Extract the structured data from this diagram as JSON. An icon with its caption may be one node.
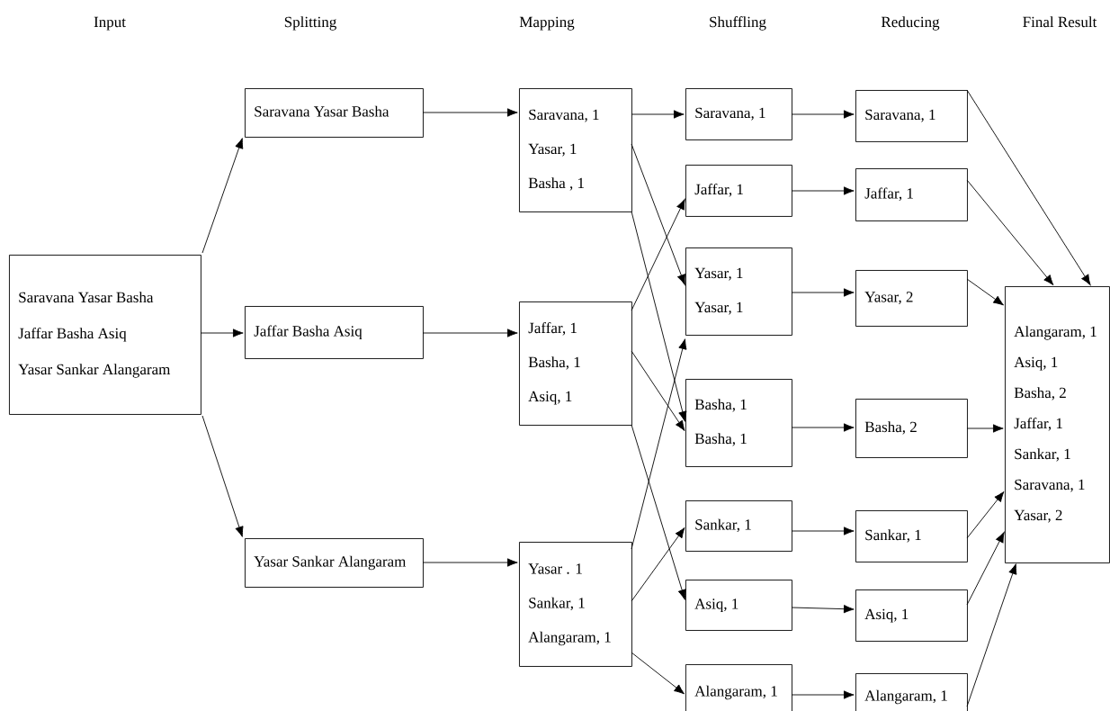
{
  "diagram": {
    "nodes": [
      {
        "text": [
          "Saravana Yasar Basha",
          "Jaffar Basha Asiq",
          "Yasar Sankar Alangaram"
        ]
      },
      {
        "text": [
          "Saravana Yasar Basha"
        ]
      },
      {
        "text": [
          "Jaffar Basha Asiq"
        ]
      },
      {
        "text": [
          "Yasar Sankar Alangaram"
        ]
      },
      {
        "text": [
          "Saravana, 1",
          "Yasar, 1",
          "Basha , 1"
        ]
      },
      {
        "text": [
          "Jaffar, 1",
          "Basha, 1",
          "Asiq, 1"
        ]
      },
      {
        "text": [
          "Yasar . 1",
          "Sankar, 1",
          "Alangaram, 1"
        ]
      },
      {
        "text": [
          "Saravana, 1"
        ]
      },
      {
        "text": [
          "Jaffar, 1"
        ]
      },
      {
        "text": [
          "Yasar, 1",
          "Yasar, 1"
        ]
      },
      {
        "text": [
          "Basha, 1",
          "Basha, 1"
        ]
      },
      {
        "text": [
          "Sankar, 1"
        ]
      },
      {
        "text": [
          "Asiq, 1"
        ]
      },
      {
        "text": [
          "Alangaram, 1"
        ]
      },
      {
        "text": [
          "Saravana, 1"
        ]
      },
      {
        "text": [
          "Jaffar, 1"
        ]
      },
      {
        "text": [
          "Yasar, 2"
        ]
      },
      {
        "text": [
          "Basha, 2"
        ]
      },
      {
        "text": [
          "Sankar, 1"
        ]
      },
      {
        "text": [
          "Asiq, 1"
        ]
      },
      {
        "text": [
          "Alangaram, 1"
        ]
      },
      {
        "text": [
          "Alangaram, 1",
          "Asiq, 1",
          "Basha, 2",
          "Jaffar, 1",
          "Sankar, 1",
          "Saravana, 1",
          "Yasar, 2"
        ]
      }
    ],
    "edges": [
      {
        "from": 0,
        "to": 1,
        "arrow": "to"
      },
      {
        "from": 0,
        "to": 2,
        "arrow": "to"
      },
      {
        "from": 0,
        "to": 3,
        "arrow": "to"
      },
      {
        "from": 1,
        "to": 4,
        "arrow": "to"
      },
      {
        "from": 2,
        "to": 5,
        "arrow": "to"
      },
      {
        "from": 3,
        "to": 6,
        "arrow": "to"
      },
      {
        "from": 4,
        "to": 7,
        "arrow": "to"
      },
      {
        "from": 4,
        "to": 9,
        "arrow": "to"
      },
      {
        "from": 4,
        "to": 10,
        "arrow": "to"
      },
      {
        "from": 5,
        "to": 8,
        "arrow": "to"
      },
      {
        "from": 5,
        "to": 10,
        "arrow": "to"
      },
      {
        "from": 5,
        "to": 12,
        "arrow": "to"
      },
      {
        "from": 6,
        "to": 9,
        "arrow": "to"
      },
      {
        "from": 6,
        "to": 11,
        "arrow": "to"
      },
      {
        "from": 6,
        "to": 13,
        "arrow": "to"
      },
      {
        "from": 7,
        "to": 14,
        "arrow": "to"
      },
      {
        "from": 8,
        "to": 15,
        "arrow": "to"
      },
      {
        "from": 9,
        "to": 16,
        "arrow": "to"
      },
      {
        "from": 10,
        "to": 17,
        "arrow": "to"
      },
      {
        "from": 11,
        "to": 18,
        "arrow": "to"
      },
      {
        "from": 12,
        "to": 19,
        "arrow": "to"
      },
      {
        "from": 13,
        "to": 20,
        "arrow": "to"
      },
      {
        "from": 14,
        "to": 21,
        "arrow": "to"
      },
      {
        "from": 15,
        "to": 21,
        "arrow": "to"
      },
      {
        "from": 16,
        "to": 21,
        "arrow": "to"
      },
      {
        "from": 17,
        "to": 21,
        "arrow": "to"
      },
      {
        "from": 18,
        "to": 21,
        "arrow": "to"
      },
      {
        "from": 19,
        "to": 21,
        "arrow": "to"
      },
      {
        "from": 20,
        "to": 21,
        "arrow": "to"
      }
    ],
    "labels": [
      "Input",
      "Splitting",
      "Mapping",
      "Shuffling",
      "Reducing",
      "Final Result"
    ]
  }
}
